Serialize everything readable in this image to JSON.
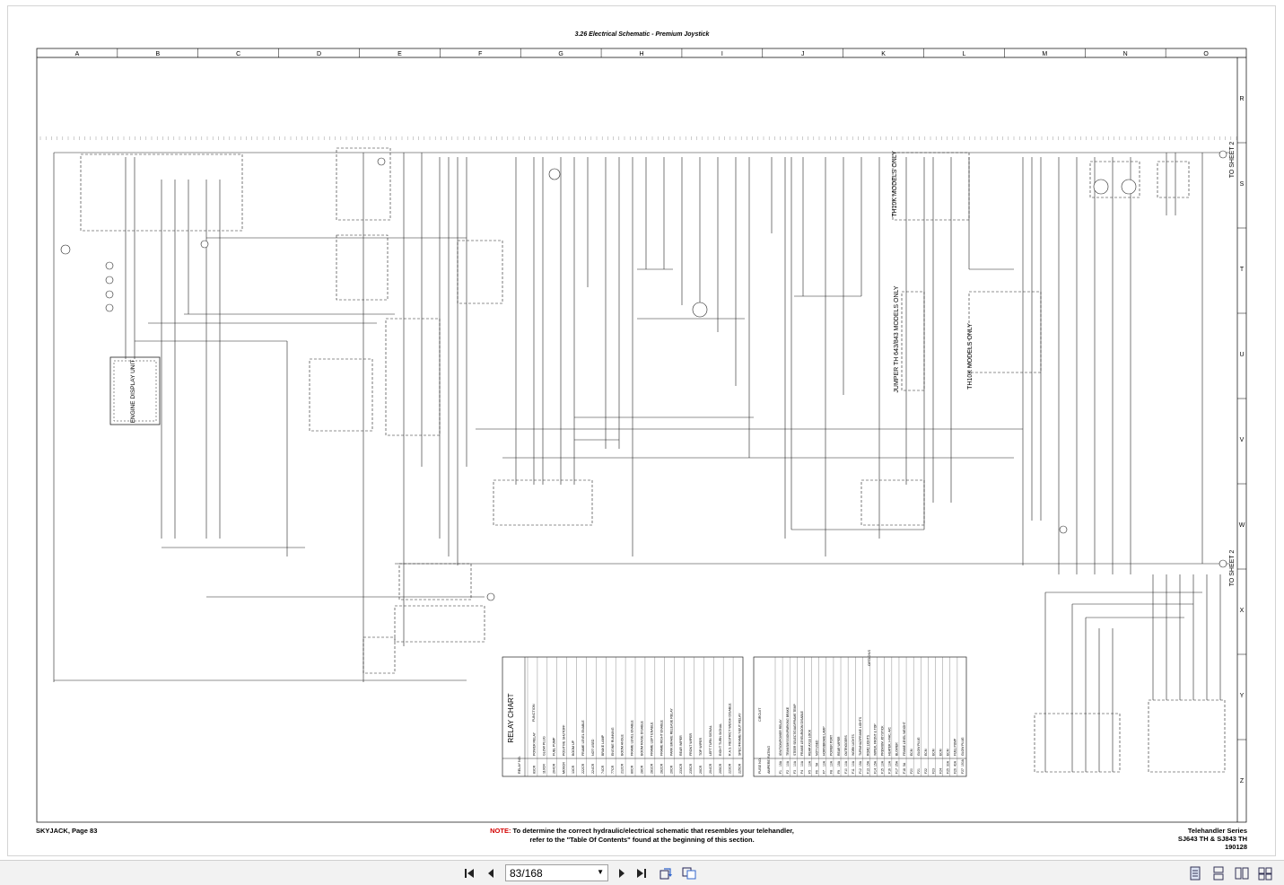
{
  "page": {
    "title": "3.26 Electrical Schematic - Premium Joystick",
    "column_labels": [
      "A",
      "B",
      "C",
      "D",
      "E",
      "F",
      "G",
      "H",
      "I",
      "J",
      "K",
      "L",
      "M",
      "N",
      "O"
    ],
    "row_labels": [
      "R",
      "S",
      "T",
      "U",
      "V",
      "W",
      "X",
      "Y",
      "Z"
    ],
    "annotations": {
      "to_sheet_2_top": "TO SHEET 2",
      "to_sheet_2_mid": "TO SHEET 2",
      "th10k_only": "TH10K MODELS ONLY",
      "jumper_note": "JUMPER TH 643/843 MODELS ONLY",
      "th10k_only_2": "TH10K MODELS ONLY",
      "engine_display": "ENGINE DISPLAY UNIT",
      "relay_chart": "RELAY CHART",
      "options": "OPTIONS"
    },
    "relay_chart": {
      "header_relay": "RELAY NO.",
      "header_function": "FUNCTION",
      "rows": [
        [
          "83CR",
          "POWER RELAY"
        ],
        [
          "110CR",
          "GLOW PLUG"
        ],
        [
          "264CR",
          "FUEL PUMP"
        ],
        [
          "MO6CR",
          "POSITIVE SHUTOFF"
        ],
        [
          "13CR",
          "BOOM UP"
        ],
        [
          "222CR",
          "FRAME LEVEL ENABLE"
        ],
        [
          "224CR",
          "NOT USED"
        ],
        [
          "74CR",
          "BRAKE LAMP"
        ],
        [
          "77CR",
          "ENGINE RUNNING"
        ],
        [
          "212CR",
          "BOOM ANGLE"
        ],
        [
          "80CR",
          "FRAME LEVEL ENABLE"
        ],
        [
          "28CR",
          "BOOM RAISE DISABLE"
        ],
        [
          "281CR",
          "FRAME LEFT ENABLE"
        ],
        [
          "282CR",
          "FRAME RIGHT ENABLE"
        ],
        [
          "20CR",
          "PARK BRAKE RELEASE RELAY"
        ],
        [
          "233CR",
          "REAR WIPER"
        ],
        [
          "235CR",
          "FRONT WIPER"
        ],
        [
          "20CR",
          "TOP WIPER"
        ],
        [
          "204CR",
          "LEFT TURN SIGNAL"
        ],
        [
          "205CR",
          "RIGHT TURN SIGNAL"
        ],
        [
          "223CR",
          "R.A.S. RESTRICT WEIGH DISABLE"
        ],
        [
          "225CR",
          "SPEC/FRAME/ NEUT RELAY"
        ]
      ]
    },
    "fuse_chart": {
      "header_fuse": "FUSE NO.",
      "header_ampere": "AMPERE RATING",
      "header_circuit": "CIRCUIT",
      "rows": [
        [
          "F1",
          "15A",
          "IGNITION/POWER RELAY"
        ],
        [
          "F2",
          "10A",
          "TRANSMISSION/PARKING BRAKE"
        ],
        [
          "F3",
          "10A",
          "STEER SELECT/DIAG/FRAME TEMP"
        ],
        [
          "F4",
          "10A",
          "FRAME LEVEL/BOOM DISABLE"
        ],
        [
          "F5",
          "10A",
          "REAR AXLE LOCK"
        ],
        [
          "F6",
          "5A",
          "NOT USED"
        ],
        [
          "F7",
          "10A",
          "HORN/BRAKE LAMP"
        ],
        [
          "F8",
          "10A",
          "POWER PORT"
        ],
        [
          "F9",
          "15A",
          "REAR WIPER"
        ],
        [
          "F10",
          "10A",
          "OUTRIGGERS"
        ],
        [
          "F11",
          "10A",
          "WORK LIGHTS"
        ],
        [
          "F12",
          "15A",
          "TURN/HAZ/FRAME LIGHTS"
        ],
        [
          "F13",
          "15A",
          "ROAD LIGHTS"
        ],
        [
          "F14",
          "15A",
          "WIPER, FRONT & TOP"
        ],
        [
          "F15",
          "10A",
          "PREMIUM JOYSTICK"
        ],
        [
          "F16",
          "10A",
          "HEATER, HVAC, A/C"
        ],
        [
          "F17",
          "25A",
          "BLOWER"
        ],
        [
          "F18",
          "5A",
          "FRAME LEVEL WEIGHT"
        ],
        [
          "F20",
          "",
          "ECM"
        ],
        [
          "F21",
          "",
          "GLOW PLUG"
        ],
        [
          "F22",
          "",
          "ECM"
        ],
        [
          "F23",
          "",
          "ECM"
        ],
        [
          "F24",
          "",
          "ECM"
        ],
        [
          "F25",
          "30A",
          "ECM"
        ],
        [
          "F26",
          "40A",
          "FUEL PUMP"
        ],
        [
          "F27",
          "150A",
          "GLOW PLUG"
        ]
      ]
    }
  },
  "footer": {
    "left": "SKYJACK, Page 83",
    "note_label": "NOTE:",
    "note_line1": " To determine the correct hydraulic/electrical schematic that resembles your telehandler,",
    "note_line2": "refer to the \"Table Of Contents\" found at the beginning of this section.",
    "right_line1": "Telehandler Series",
    "right_line2": "SJ643 TH & SJ843 TH",
    "right_line3": "190128"
  },
  "toolbar": {
    "current_page": "83",
    "page_separator": " / ",
    "total_pages": "168",
    "icons": [
      "first-page-icon",
      "prev-page-icon",
      "next-page-icon",
      "last-page-icon",
      "rotate-icon",
      "fit-page-icon",
      "single-page-icon",
      "continuous-icon",
      "two-page-icon",
      "book-view-icon"
    ]
  }
}
